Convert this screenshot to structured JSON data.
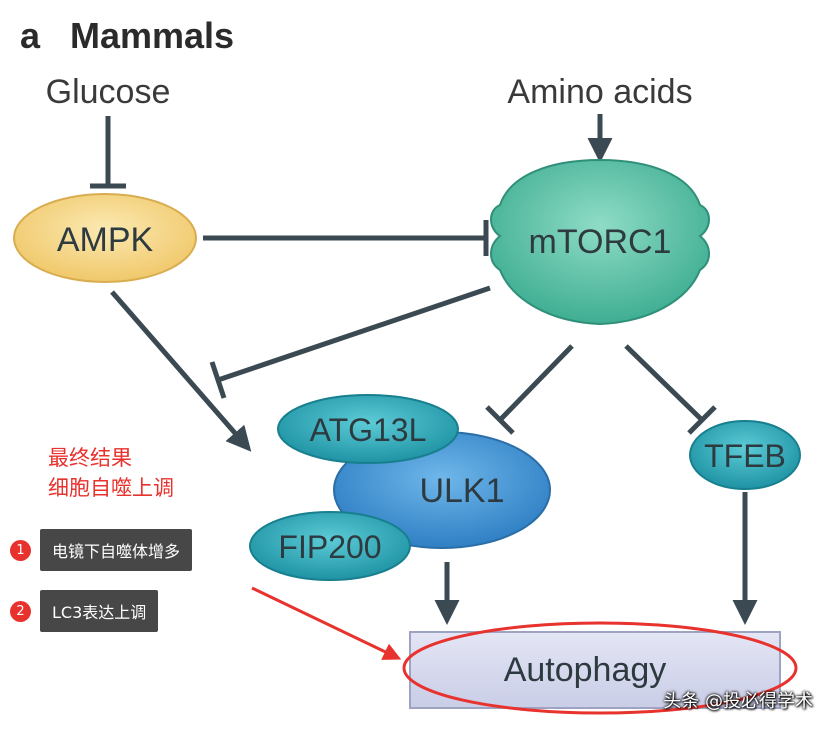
{
  "panel": {
    "letter": "a",
    "title": "Mammals"
  },
  "inputs": {
    "glucose": "Glucose",
    "amino_acids": "Amino acids"
  },
  "nodes": {
    "ampk": "AMPK",
    "mtorc1": "mTORC1",
    "atg13l": "ATG13L",
    "ulk1": "ULK1",
    "fip200": "FIP200",
    "tfeb": "TFEB",
    "autophagy": "Autophagy"
  },
  "annotation": {
    "result_line1": "最终结果",
    "result_line2": "细胞自噬上调",
    "items": [
      {
        "num": "1",
        "text": "电镜下自噬体增多"
      },
      {
        "num": "2",
        "text": "LC3表达上调"
      }
    ]
  },
  "watermark": "头条 @投必得学术",
  "colors": {
    "ampk": "#f5d98a",
    "mtorc1": "#5cc3a8",
    "ulk1": "#3d8fcf",
    "teal_node": "#2aa3b4",
    "autophagy": "#d9dcef",
    "arrow": "#3b4a52",
    "highlight": "#e8322e"
  }
}
